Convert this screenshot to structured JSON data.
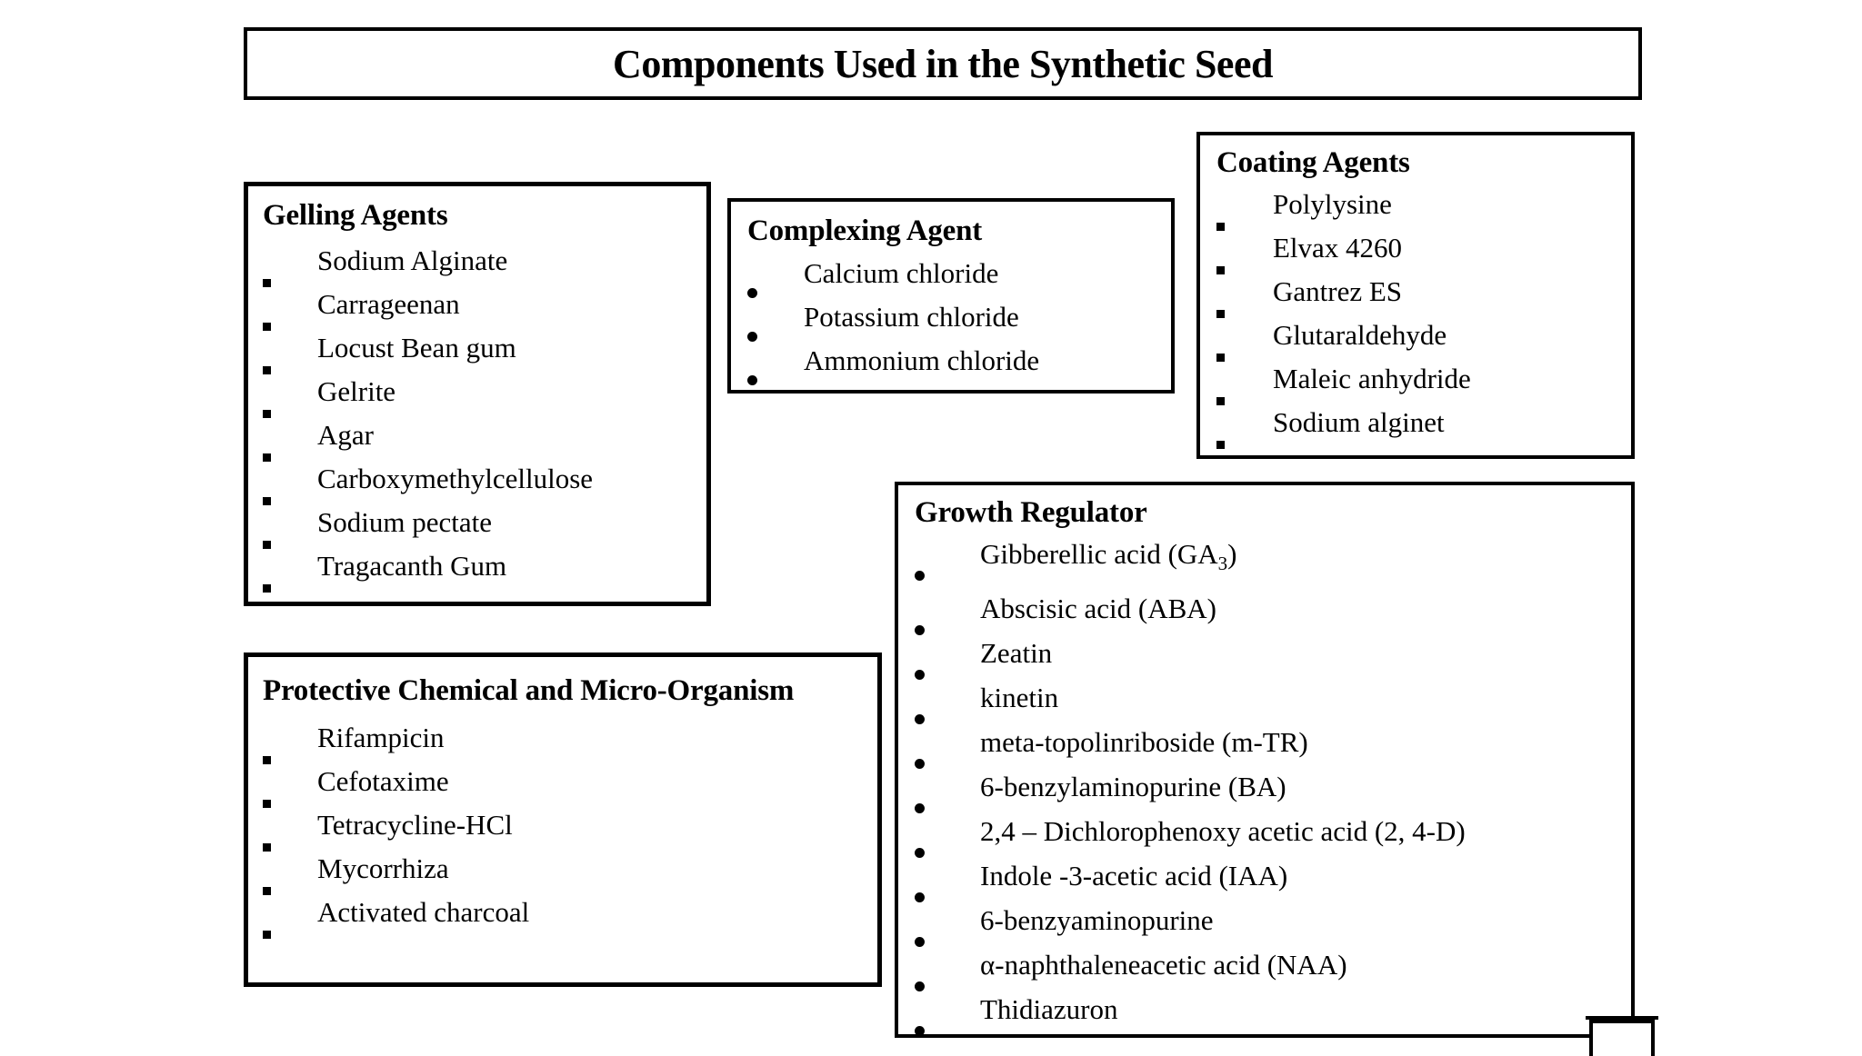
{
  "title": {
    "text": "Components Used in the Synthetic Seed"
  },
  "boxes": {
    "gelling": {
      "title": "Gelling Agents",
      "bullet": "square",
      "items": [
        "Sodium Alginate",
        "Carrageenan",
        "Locust Bean gum",
        "Gelrite",
        "Agar",
        "Carboxymethylcellulose",
        "Sodium pectate",
        "Tragacanth Gum"
      ]
    },
    "complexing": {
      "title": "Complexing Agent",
      "bullet": "round",
      "items": [
        "Calcium chloride",
        "Potassium chloride",
        "Ammonium chloride"
      ]
    },
    "coating": {
      "title": "Coating Agents",
      "bullet": "square",
      "items": [
        "Polylysine",
        "Elvax 4260",
        "Gantrez ES",
        "Glutaraldehyde",
        "Maleic anhydride",
        "Sodium alginet"
      ]
    },
    "protective": {
      "title": "Protective Chemical and Micro-Organism",
      "bullet": "square",
      "items": [
        "Rifampicin",
        "Cefotaxime",
        "Tetracycline-HCl",
        "Mycorrhiza",
        "Activated charcoal"
      ]
    },
    "growth": {
      "title": "Growth Regulator",
      "bullet": "round",
      "items": [
        "Gibberellic acid (GA3)",
        "Abscisic acid (ABA)",
        "Zeatin",
        "kinetin",
        "meta-topolinriboside (m-TR)",
        "6-benzylaminopurine (BA)",
        "2,4 – Dichlorophenoxy acetic acid (2, 4-D)",
        "Indole -3-acetic acid (IAA)",
        "6-benzyaminopurine",
        "α-naphthaleneacetic acid (NAA)",
        "Thidiazuron"
      ],
      "items_rich": [
        {
          "pre": "Gibberellic acid (GA",
          "sub": "3",
          "post": ")"
        }
      ]
    }
  },
  "colors": {
    "ink": "#000000",
    "paper": "#ffffff"
  }
}
